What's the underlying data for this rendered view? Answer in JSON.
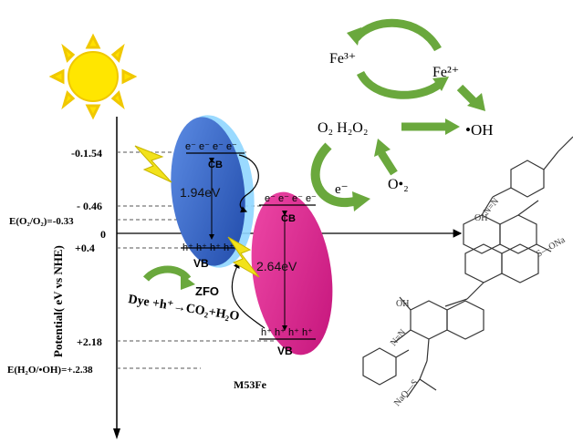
{
  "axis": {
    "label": "Potential( eV vs NHE)",
    "ticks": [
      "-0.1.54",
      "- 0.46",
      "E(O₂/O₂)=-0.33",
      "0",
      "+0.4",
      "+2.18",
      "E(H₂O/•OH)=+.2.38"
    ]
  },
  "zfo": {
    "name": "ZFO",
    "gap": "1.94eV",
    "cb": "CB",
    "vb": "VB",
    "electrons": "e⁻ e⁻ e⁻ e⁻",
    "holes": "h⁺ h⁺ h⁺ h⁺"
  },
  "m53fe": {
    "name": "M53Fe",
    "gap": "2.64eV",
    "cb": "CB",
    "vb": "VB",
    "electrons": "e⁻ e⁻ e⁻ e⁻",
    "holes": "h⁺ h⁺ h⁺ h⁺"
  },
  "reaction": {
    "dye": "Dye +h⁺→CO₂+H₂O"
  },
  "fenton": {
    "fe3": "Fe³⁺",
    "fe2": "Fe²⁺",
    "oh": "•OH",
    "o2h2o2": "O₂ H₂O₂",
    "electron": "e⁻",
    "superoxide": "O•₂"
  },
  "molecule": {
    "oh_top": "OH",
    "n_eq_n": "N=N",
    "sulfonate_top": "S—ONa",
    "oh_bottom": "OH",
    "sulfonate_bottom": "NaO—S"
  },
  "colors": {
    "zfo": "#2f5fc4",
    "m53fe": "#e5258f",
    "sun": "#ffe000",
    "arrow_green": "#6aa83d",
    "bolt": "#f2e21b"
  }
}
